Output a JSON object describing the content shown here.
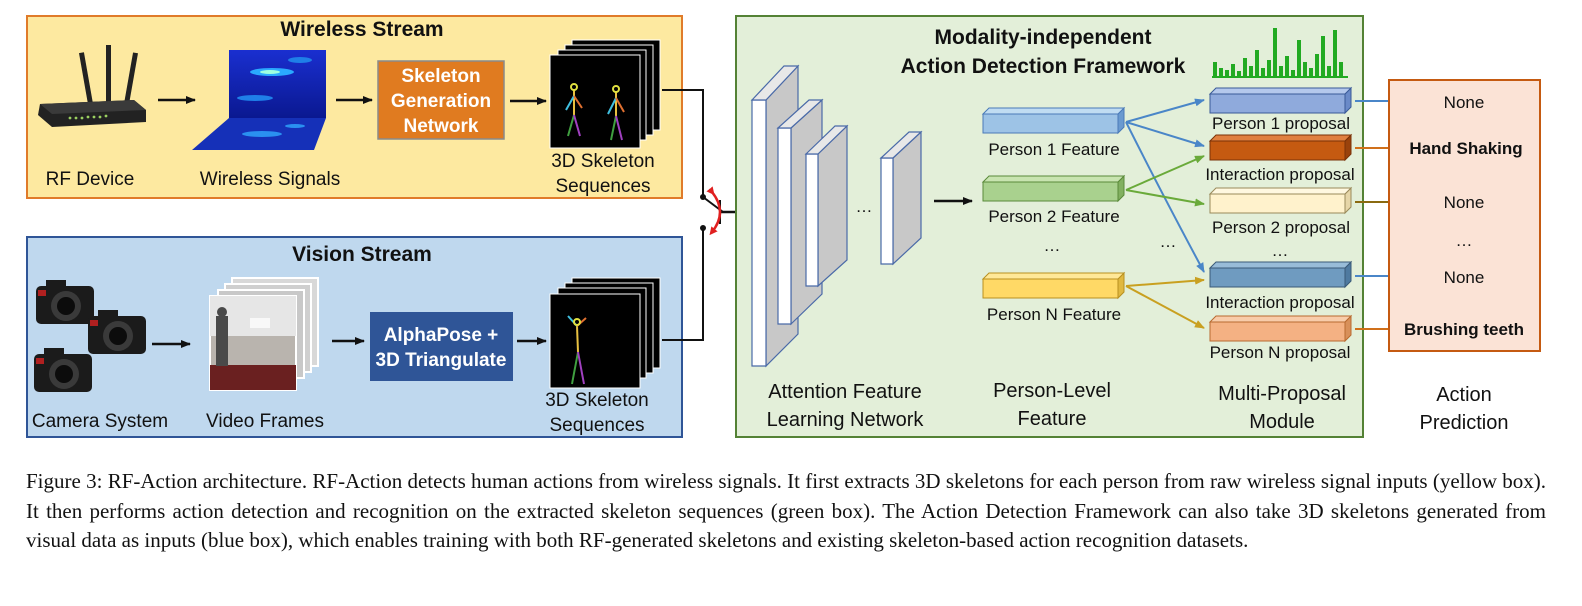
{
  "wireless": {
    "title": "Wireless Stream",
    "rf_device": "RF Device",
    "wireless_signals": "Wireless Signals",
    "sgn": [
      "Skeleton",
      "Generation",
      "Network"
    ],
    "skeleton": [
      "3D Skeleton",
      "Sequences"
    ]
  },
  "vision": {
    "title": "Vision Stream",
    "camera": "Camera System",
    "frames": "Video Frames",
    "alphapose": [
      "AlphaPose +",
      "3D Triangulate"
    ],
    "skeleton": [
      "3D Skeleton",
      "Sequences"
    ]
  },
  "framework": {
    "title": [
      "Modality-independent",
      "Action Detection Framework"
    ],
    "ellipsis": "…",
    "features": [
      "Person 1 Feature",
      "Person 2 Feature",
      "Person N Feature"
    ],
    "proposals": [
      "Person 1 proposal",
      "Interaction proposal",
      "Person 2 proposal",
      "Interaction proposal",
      "Person N proposal"
    ],
    "columns": {
      "attention": [
        "Attention Feature",
        "Learning Network"
      ],
      "person_level": [
        "Person-Level",
        "Feature"
      ],
      "multi_proposal": [
        "Multi-Proposal",
        "Module"
      ]
    }
  },
  "prediction": {
    "items": [
      "None",
      "Hand Shaking",
      "None",
      "None",
      "Brushing teeth"
    ],
    "title": [
      "Action",
      "Prediction"
    ]
  },
  "caption": {
    "figure": "Figure 3:",
    "text": "RF-Action architecture. RF-Action detects human actions from wireless signals. It first extracts 3D skeletons for each person from raw wireless signal inputs (yellow box). It then performs action detection and recognition on the extracted skeleton sequences (green box). The Action Detection Framework can also take 3D skeletons generated from visual data as inputs (blue box), which enables training with both RF-generated skeletons and existing skeleton-based action recognition datasets."
  },
  "colors": {
    "wireless_bg": "#fde9a0",
    "wireless_border": "#e07b2a",
    "vision_bg": "#bfd8ee",
    "vision_border": "#2f5597",
    "framework_bg": "#e3efd9",
    "framework_border": "#548235",
    "prediction_bg": "#fbe3d6",
    "prediction_border": "#c55a11",
    "sgn_box": "#e07b20",
    "alphapose_box": "#2f5597"
  }
}
